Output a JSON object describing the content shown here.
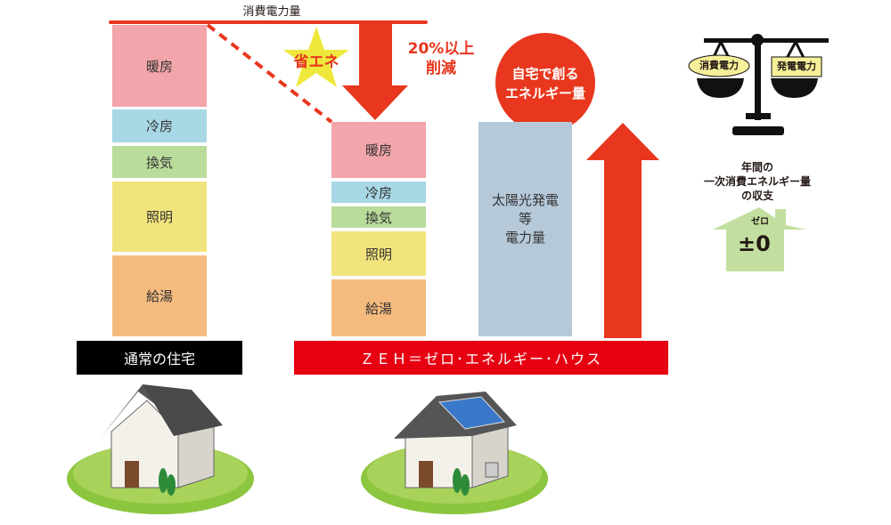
{
  "top_label": "消費電力量",
  "star_label": "省エネ",
  "reduction": {
    "line1": "20%以上",
    "line2": "削減"
  },
  "normal_house": {
    "segments": [
      {
        "label": "暖房",
        "color": "#f2a5aa"
      },
      {
        "label": "冷房",
        "color": "#a8d8e6"
      },
      {
        "label": "換気",
        "color": "#b9dc9b"
      },
      {
        "label": "照明",
        "color": "#f2e47c"
      },
      {
        "label": "給湯",
        "color": "#f5bb7e"
      }
    ],
    "base_label": "通常の住宅"
  },
  "zeh_house": {
    "segments": [
      {
        "label": "暖房",
        "color": "#f2a5aa"
      },
      {
        "label": "冷房",
        "color": "#a8d8e6"
      },
      {
        "label": "換気",
        "color": "#b9dc9b"
      },
      {
        "label": "照明",
        "color": "#f2e47c"
      },
      {
        "label": "給湯",
        "color": "#f5bb7e"
      }
    ],
    "solar": {
      "line1": "太陽光発電",
      "line2": "等",
      "line3": "電力量",
      "color": "#b5c9d9"
    },
    "base_label": "ＺＥＨ＝ゼロ･エネルギー･ハウス"
  },
  "circle": {
    "line1": "自宅で創る",
    "line2": "エネルギー量"
  },
  "scale": {
    "left": "消費電力",
    "right": "発電電力"
  },
  "balance": {
    "line1": "年間の",
    "line2": "一次消費エネルギー量",
    "line3": "の収支",
    "zero_ruby": "ゼロ",
    "zero": "±0"
  },
  "colors": {
    "red": "#e8371e",
    "bar_red": "#e60012",
    "green_house": "#c3df9f"
  }
}
